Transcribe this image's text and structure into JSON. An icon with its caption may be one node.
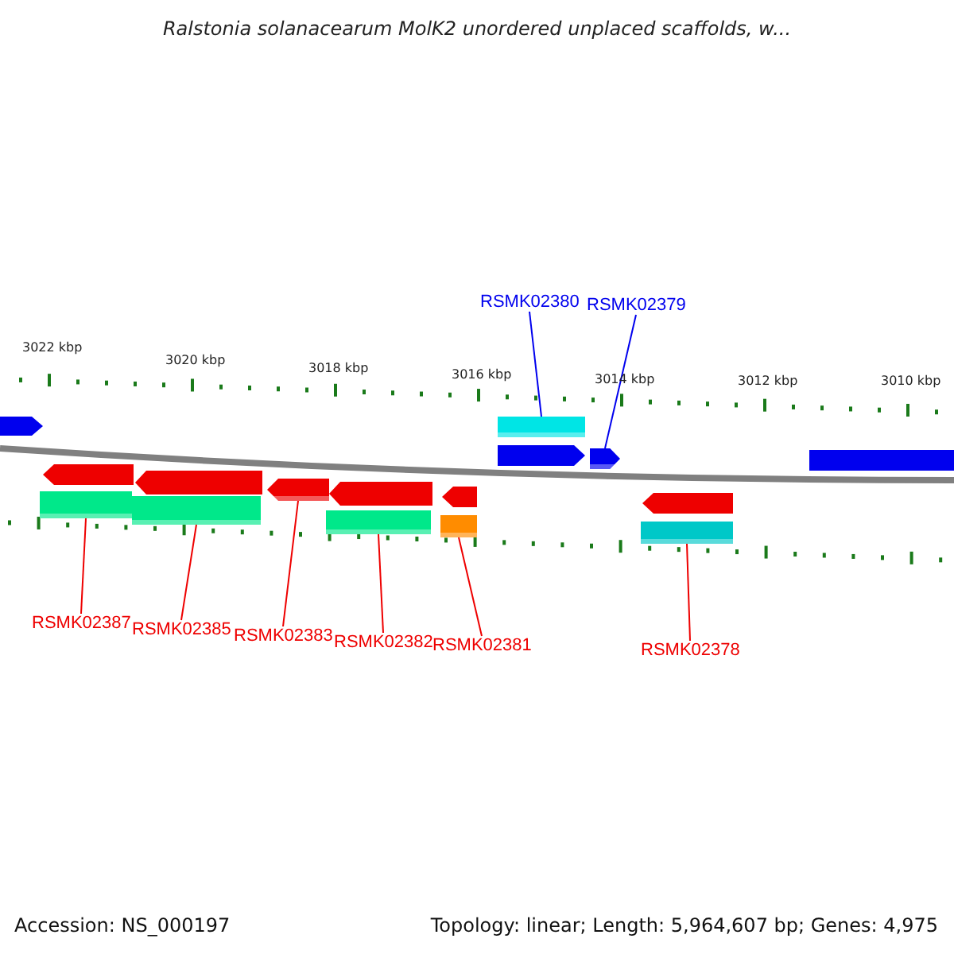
{
  "diagram": {
    "title": "Ralstonia solanacearum MolK2 unordered unplaced scaffolds, w...",
    "nodes": [
      {
        "text": [
          "RSMK02380"
        ]
      },
      {
        "text": [
          "RSMK02379"
        ]
      },
      {
        "text": [],
        "shape": "bar"
      },
      {
        "text": [],
        "shape": "arrow"
      },
      {
        "text": [],
        "shape": "bar"
      },
      {
        "text": [],
        "shape": "bar"
      },
      {
        "text": [],
        "shape": "arrow"
      },
      {
        "text": [],
        "shape": "bar"
      },
      {
        "text": [],
        "shape": "bar"
      },
      {
        "text": [],
        "shape": "bar"
      },
      {
        "text": [
          "RSMK02387"
        ]
      },
      {
        "text": [
          "RSMK02385"
        ]
      },
      {
        "text": [
          "RSMK02383"
        ]
      },
      {
        "text": [
          "RSMK02382"
        ]
      },
      {
        "text": [
          "RSMK02381"
        ]
      },
      {
        "text": [
          "RSMK02378"
        ]
      }
    ],
    "edges": [
      {
        "from": 0,
        "to": 2,
        "arrow": "none",
        "color": "#0000ee"
      },
      {
        "from": 1,
        "to": 3,
        "arrow": "none",
        "color": "#0000ee"
      },
      {
        "from": 10,
        "to": 4,
        "arrow": "none"
      },
      {
        "from": 11,
        "to": 5,
        "arrow": "none"
      },
      {
        "from": 12,
        "to": 6,
        "arrow": "none"
      },
      {
        "from": 13,
        "to": 7,
        "arrow": "none"
      },
      {
        "from": 14,
        "to": 8,
        "arrow": "none"
      },
      {
        "from": 15,
        "to": 9,
        "arrow": "none"
      }
    ],
    "labels": [
      "3022 kbp",
      "3020 kbp",
      "3018 kbp",
      "3016 kbp",
      "3014 kbp",
      "3012 kbp",
      "3010 kbp",
      "Accession: NS_000197",
      "Topology: linear; Length: 5,964,607 bp; Genes: 4,975"
    ]
  }
}
